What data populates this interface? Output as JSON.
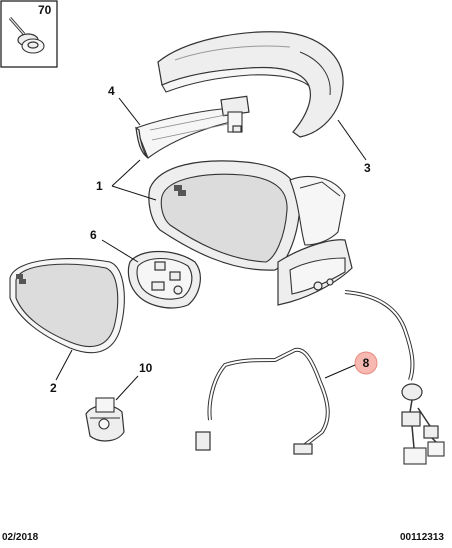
{
  "diagram": {
    "callouts": {
      "screw": "70",
      "mirror_assembly": "1",
      "glass": "2",
      "cover": "3",
      "indicator": "4",
      "motor": "6",
      "harness": "8",
      "blind_spot_connector": "10"
    },
    "highlighted_callout": "8",
    "highlight_color": "#f6b8b0",
    "footer": {
      "date": "02/2018",
      "reference": "00112313"
    }
  }
}
